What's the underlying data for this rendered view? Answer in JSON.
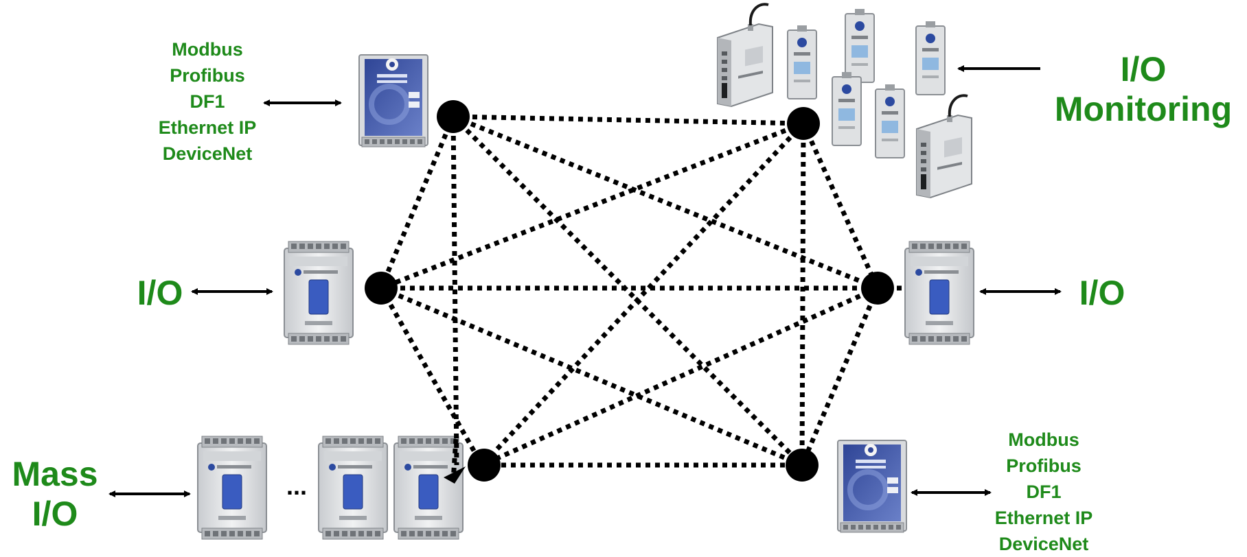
{
  "labels": {
    "top_left_protocols": [
      "Modbus",
      "Profibus",
      "DF1",
      "Ethernet IP",
      "DeviceNet"
    ],
    "bottom_right_protocols": [
      "Modbus",
      "Profibus",
      "DF1",
      "Ethernet IP",
      "DeviceNet"
    ],
    "io_left": "I/O",
    "io_right": "I/O",
    "io_monitoring": [
      "I/O",
      "Monitoring"
    ],
    "mass_io": [
      "Mass",
      "I/O"
    ],
    "ellipsis": "..."
  },
  "colors": {
    "label_green": "#1e8a1a",
    "node_black": "#000000",
    "module_body": "#e6e8ea",
    "gateway_body": "#3d55a8",
    "display_blue": "#3a5cc0"
  }
}
